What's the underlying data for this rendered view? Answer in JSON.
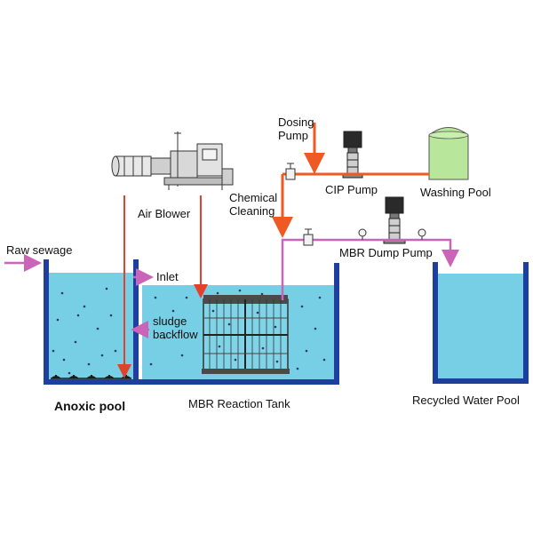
{
  "labels": {
    "dosing_pump": "Dosing\nPump",
    "cip_pump": "CIP Pump",
    "washing_pool": "Washing Pool",
    "air_blower": "Air Blower",
    "chemical_cleaning": "Chemical\nCleaning",
    "mbr_dump_pump": "MBR Dump Pump",
    "raw_sewage": "Raw sewage",
    "inlet": "Inlet",
    "sludge_backflow": "sludge\nbackflow",
    "anoxic_pool": "Anoxic pool",
    "mbr_reaction_tank": "MBR Reaction Tank",
    "recycled_water_pool": "Recycled Water Pool"
  },
  "colors": {
    "water": "#76cfe4",
    "tank_wall": "#1e3fa0",
    "chemical_line": "#ef5a23",
    "air_line": "#e2412b",
    "water_line": "#c964b8",
    "washing_pool_fill": "#b8e69a"
  }
}
